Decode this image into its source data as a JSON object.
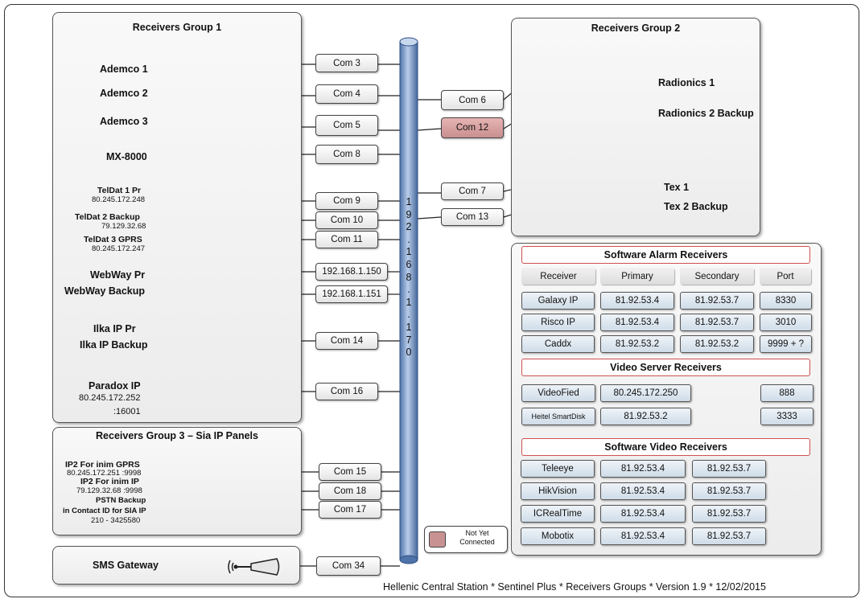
{
  "groups": {
    "group1_title": "Receivers Group  1",
    "group2_title": "Receivers Group 2",
    "group3_title": "Receivers Group  3 – Sia IP Panels",
    "sms_title": "SMS Gateway"
  },
  "receivers": {
    "ademco1": "Ademco 1",
    "ademco2": "Ademco 2",
    "ademco3": "Ademco 3",
    "mx8000": "MX-8000",
    "teldat1": "TelDat 1 Pr",
    "teldat1_ip": "80.245.172.248",
    "teldat2": "TelDat 2 Backup",
    "teldat2_ip": "79.129.32.68",
    "teldat3": "TelDat 3 GPRS",
    "teldat3_ip": "80.245.172.247",
    "webway_pr": "WebWay Pr",
    "webway_backup": "WebWay Backup",
    "ilka_pr": "Ilka IP Pr",
    "ilka_backup": "Ilka IP Backup",
    "paradox": "Paradox IP",
    "paradox_ip": "80.245.172.252",
    "paradox_port": ":16001",
    "radionics1": "Radionics 1",
    "radionics2": "Radionics 2 Backup",
    "tex1": "Tex 1",
    "tex2": "Tex 2 Backup",
    "ip2_gprs": "IP2 For inim GPRS",
    "ip2_gprs_ip": "80.245.172.251 :9998",
    "ip2_ip": "IP2 For inim IP",
    "ip2_ip_ip": "79.129.32.68 :9998",
    "pstn": "PSTN Backup",
    "pstn2": "in Contact ID for SIA IP",
    "pstn_phone": "210 - 3425580"
  },
  "ports": {
    "com3": "Com  3",
    "com4": "Com  4",
    "com5": "Com  5",
    "com8": "Com  8",
    "com9": "Com  9",
    "com10": "Com  10",
    "com11": "Com  11",
    "ip150": "192.168.1.150",
    "ip151": "192.168.1.151",
    "com14": "Com  14",
    "com16": "Com  16",
    "com6": "Com  6",
    "com12": "Com  12",
    "com7": "Com  7",
    "com13": "Com  13",
    "com15": "Com  15",
    "com18": "Com  18",
    "com17": "Com  17",
    "com34": "Com  34"
  },
  "bus_label": "1\n9\n2\n.\n1\n6\n8\n.\n1\n.\n1\n7\n0",
  "software": {
    "alarm_title": "Software Alarm Receivers",
    "headers": [
      "Receiver",
      "Primary",
      "Secondary",
      "Port"
    ],
    "alarm_rows": [
      [
        "Galaxy IP",
        "81.92.53.4",
        "81.92.53.7",
        "8330"
      ],
      [
        "Risco IP",
        "81.92.53.4",
        "81.92.53.7",
        "3010"
      ],
      [
        "Caddx",
        "81.92.53.2",
        "81.92.53.2",
        "9999 + ?"
      ]
    ],
    "video_title": "Video Server Receivers",
    "video_rows": [
      [
        "VideoFied",
        "80.245.172.250",
        "888"
      ],
      [
        "Heitel SmartDisk",
        "81.92.53.2",
        "3333"
      ]
    ],
    "svideo_title": "Software Video Receivers",
    "svideo_rows": [
      [
        "Teleeye",
        "81.92.53.4",
        "81.92.53.7"
      ],
      [
        "HikVision",
        "81.92.53.4",
        "81.92.53.7"
      ],
      [
        "ICRealTime",
        "81.92.53.4",
        "81.92.53.7"
      ],
      [
        "Mobotix",
        "81.92.53.4",
        "81.92.53.7"
      ]
    ]
  },
  "legend": {
    "not_connected": "Not Yet Connected"
  },
  "footer": "Hellenic Central Station  *  Sentinel Plus * Receivers Groups * Version 1.9 * 12/02/2015",
  "colors": {
    "not_connected": "#c99292",
    "bus": "#7a9ccf",
    "table_header_border": "#d05050"
  }
}
